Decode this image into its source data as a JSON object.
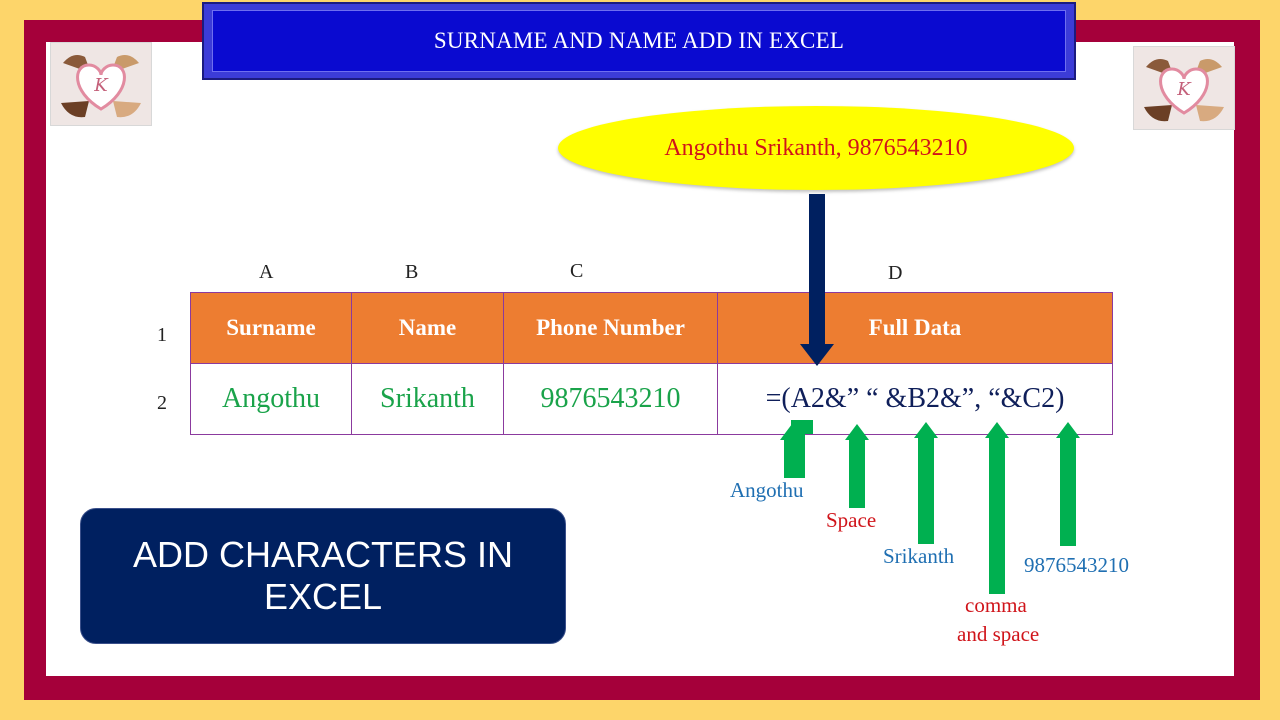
{
  "title": "SURNAME AND NAME ADD IN EXCEL",
  "bubble_text": "Angothu Srikanth, 9876543210",
  "columns": [
    "A",
    "B",
    "C",
    "D"
  ],
  "rows": [
    "1",
    "2"
  ],
  "headers": [
    "Surname",
    "Name",
    "Phone Number",
    "Full Data"
  ],
  "row2": [
    "Angothu",
    "Srikanth",
    "9876543210",
    "=(A2&” “ &B2&”, “&C2)"
  ],
  "annotations": {
    "angothu": "Angothu",
    "space": "Space",
    "srikanth": "Srikanth",
    "comma1": "comma",
    "comma2": "and space",
    "phone": "9876543210"
  },
  "info_box": {
    "line1": "ADD CHARACTERS IN",
    "line2": "EXCEL"
  },
  "colors": {
    "frame": "#a5003a",
    "border_outer": "#fdd56a",
    "title_bg": "#0a0ad0",
    "header_bg": "#ed7d31",
    "green_text": "#1aa34a",
    "green_arrow": "#00b050",
    "navy_arrow": "#002060",
    "bubble": "#ffff00",
    "info_box": "#002060"
  },
  "icons": [
    "heart-hands-logo-icon",
    "heart-hands-logo-icon"
  ]
}
